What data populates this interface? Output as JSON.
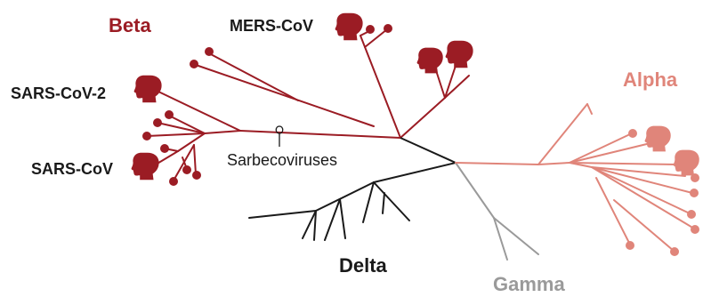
{
  "colors": {
    "beta": "#9b1c24",
    "alpha": "#e0857a",
    "delta": "#1a1a1a",
    "gamma": "#9a9a9a",
    "root": "#1a1a1a"
  },
  "labels": {
    "beta": "Beta",
    "alpha": "Alpha",
    "delta": "Delta",
    "gamma": "Gamma",
    "mers": "MERS-CoV",
    "sars2": "SARS-CoV-2",
    "sars": "SARS-CoV",
    "sarbeco": "Sarbecoviruses"
  },
  "icons": {
    "human_head": "human-head-icon",
    "dot": "tip-dot"
  }
}
